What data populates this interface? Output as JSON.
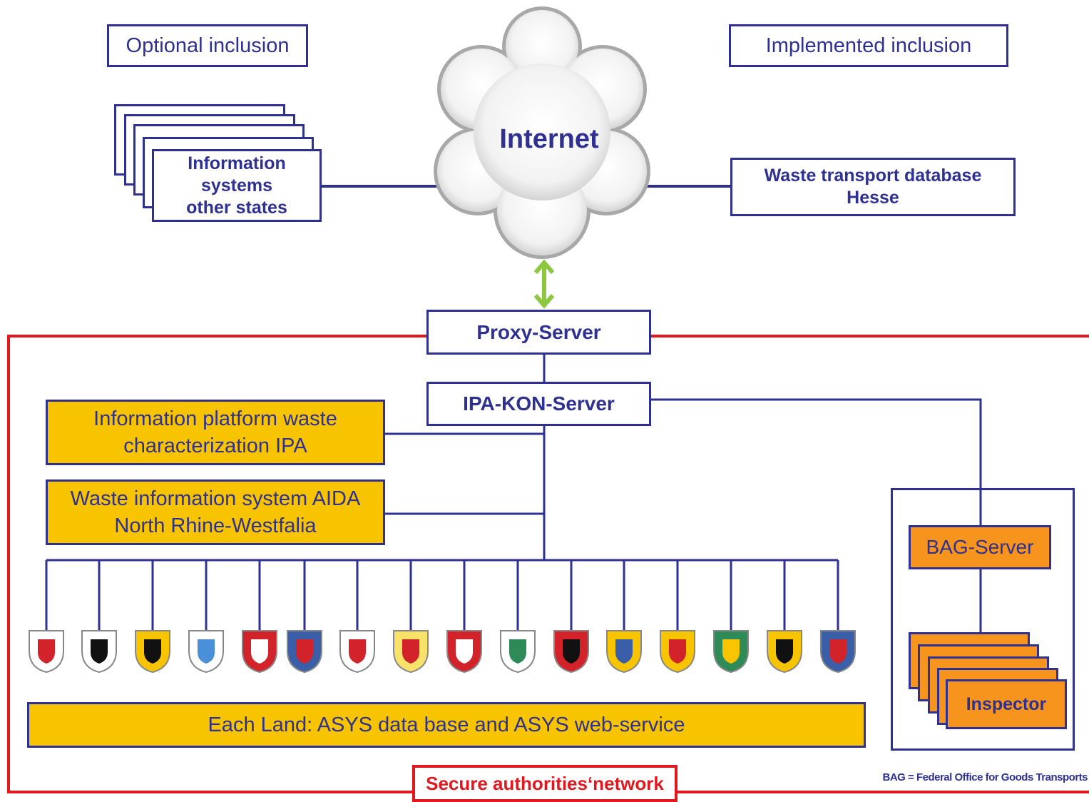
{
  "legend": {
    "optional": "Optional inclusion",
    "implemented": "Implemented inclusion"
  },
  "internet": {
    "label": "Internet"
  },
  "other_states": {
    "label": "Information\nsystems\nother states"
  },
  "hesse": {
    "label": "Waste transport database\nHesse"
  },
  "proxy": {
    "label": "Proxy-Server"
  },
  "ipakon": {
    "label": "IPA-KON-Server"
  },
  "ipa": {
    "label": "Information platform waste\ncharacterization IPA"
  },
  "aida": {
    "label": "Waste information system AIDA\nNorth Rhine-Westfalia"
  },
  "asys": {
    "label": "Each Land: ASYS data base and ASYS web-service"
  },
  "bag": {
    "label": "BAG-Server"
  },
  "inspector": {
    "label": "Inspector"
  },
  "network": {
    "label": "Secure authorities‘network"
  },
  "footnote": {
    "text": "BAG = Federal Office for Goods Transports"
  },
  "colors": {
    "blue": "#2e3192",
    "red": "#e2181e",
    "yellow": "#f8c400",
    "orange": "#f7941d",
    "green": "#8dc63f"
  },
  "crests": [
    {
      "name": "brandenburg-crest"
    },
    {
      "name": "berlin-crest"
    },
    {
      "name": "baden-wuerttemberg-crest"
    },
    {
      "name": "bavaria-crest"
    },
    {
      "name": "bremen-crest"
    },
    {
      "name": "hesse-crest"
    },
    {
      "name": "hamburg-crest"
    },
    {
      "name": "mecklenburg-crest"
    },
    {
      "name": "lower-saxony-crest"
    },
    {
      "name": "north-rhine-westphalia-crest"
    },
    {
      "name": "rhineland-palatinate-crest"
    },
    {
      "name": "schleswig-holstein-crest"
    },
    {
      "name": "saarland-crest"
    },
    {
      "name": "saxony-crest"
    },
    {
      "name": "saxony-anhalt-crest"
    },
    {
      "name": "thuringia-crest"
    }
  ]
}
